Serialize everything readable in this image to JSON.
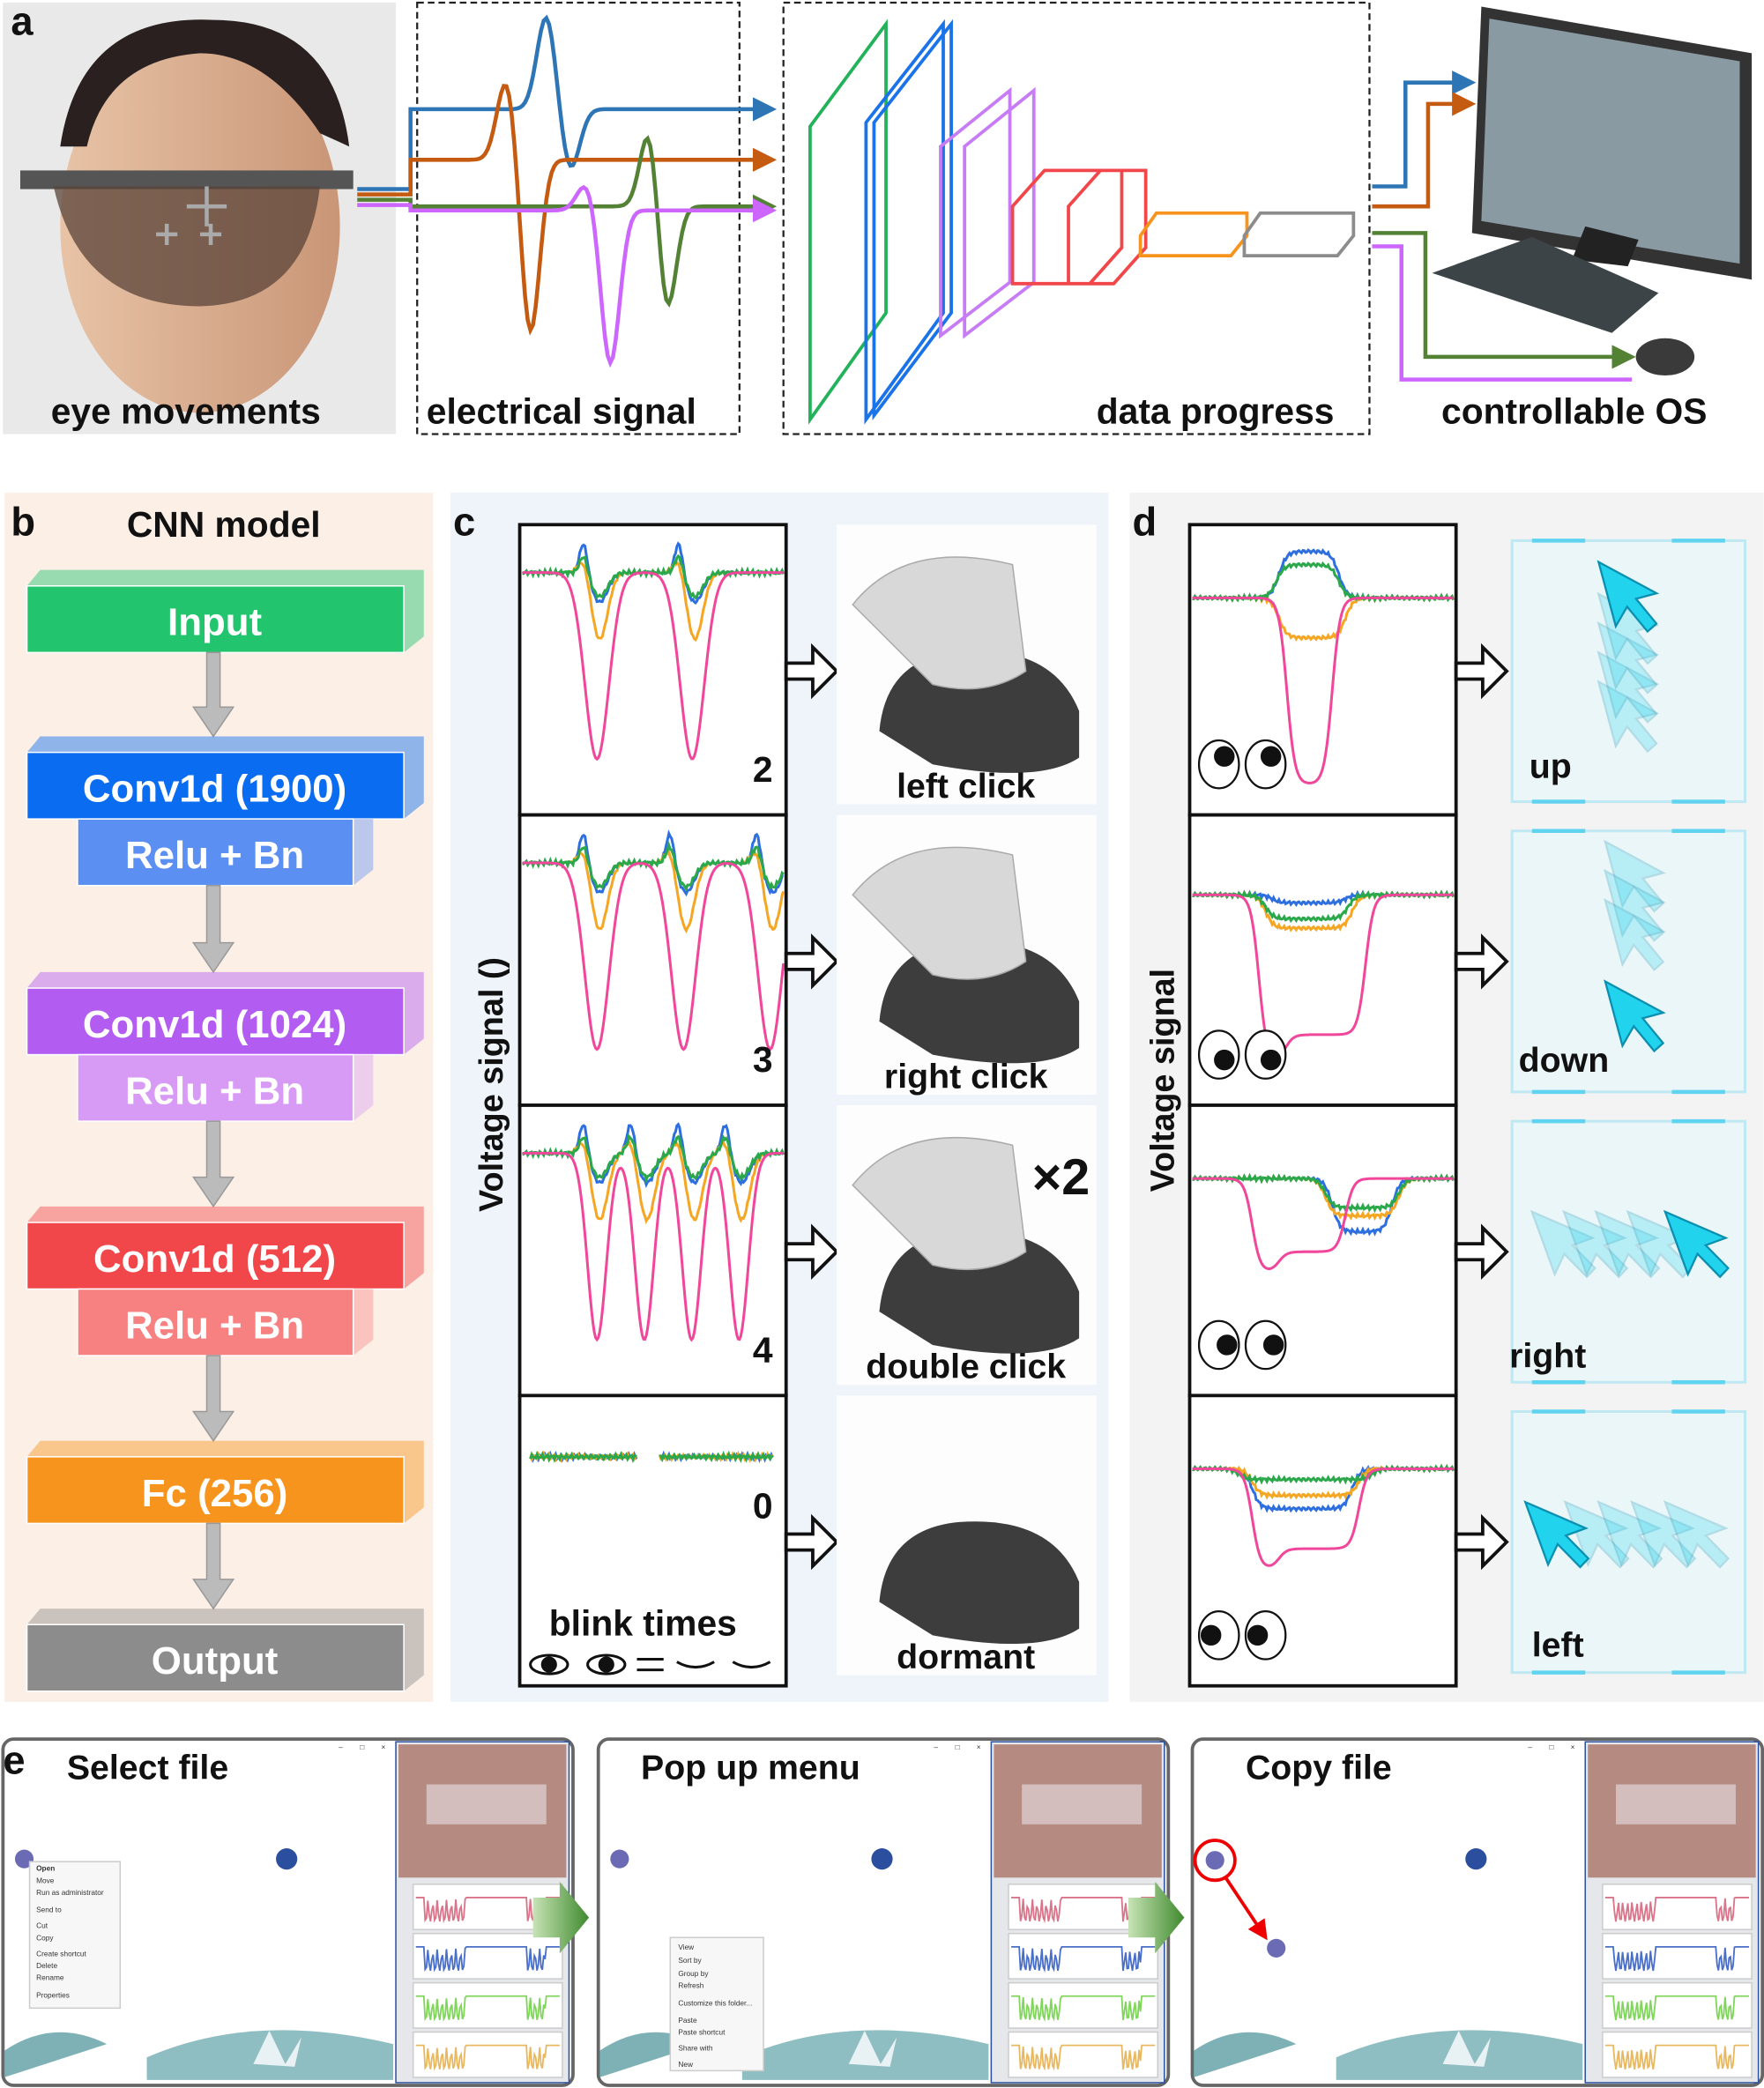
{
  "panel_a": {
    "letter": "a",
    "captions": [
      "eye movements",
      "electrical signal",
      "data progress",
      "controllable OS"
    ],
    "signal_colors": [
      "#2e75b6",
      "#c55a11",
      "#548235",
      "#cc66ff"
    ]
  },
  "panel_b": {
    "letter": "b",
    "title": "CNN model",
    "blocks": [
      {
        "label": "Input",
        "color": "#22c46e"
      },
      {
        "label": "Conv1d (1900)",
        "color": "#0a6cf0",
        "sub": "Relu + Bn",
        "sub_color": "#5b8ff2"
      },
      {
        "label": "Conv1d (1024)",
        "color": "#b25cf2",
        "sub": "Relu + Bn",
        "sub_color": "#d79af5"
      },
      {
        "label": "Conv1d (512)",
        "color": "#f2474a",
        "sub": "Relu + Bn",
        "sub_color": "#f78181"
      },
      {
        "label": "Fc (256)",
        "color": "#f7941d"
      },
      {
        "label": "Output",
        "color": "#8c8c8c"
      }
    ]
  },
  "panel_c": {
    "letter": "c",
    "ylabel": "Voltage signal ()",
    "blink_counts": [
      "2",
      "3",
      "4",
      "0"
    ],
    "blink_caption": "blink times",
    "actions": [
      "left click",
      "right click",
      "double click",
      "dormant"
    ],
    "double_mark": "×2"
  },
  "panel_d": {
    "letter": "d",
    "ylabel": "Voltage signal",
    "directions": [
      "up",
      "down",
      "right",
      "left"
    ]
  },
  "panel_e": {
    "letter": "e",
    "steps": [
      "Select file",
      "Pop up menu",
      "Copy file"
    ],
    "file_menu": [
      "Open",
      "Move",
      "Run as administrator",
      "Send to",
      "Cut",
      "Copy",
      "Create shortcut",
      "Delete",
      "Rename",
      "Properties"
    ],
    "desktop_menu": [
      "View",
      "Sort by",
      "Group by",
      "Refresh",
      "Customize this folder...",
      "Paste",
      "Paste shortcut",
      "Share with",
      "New"
    ],
    "window_controls": [
      "–",
      "□",
      "×"
    ],
    "trace_colors": [
      "#d9748a",
      "#4a6fc9",
      "#7fd65a",
      "#e8b860"
    ]
  }
}
